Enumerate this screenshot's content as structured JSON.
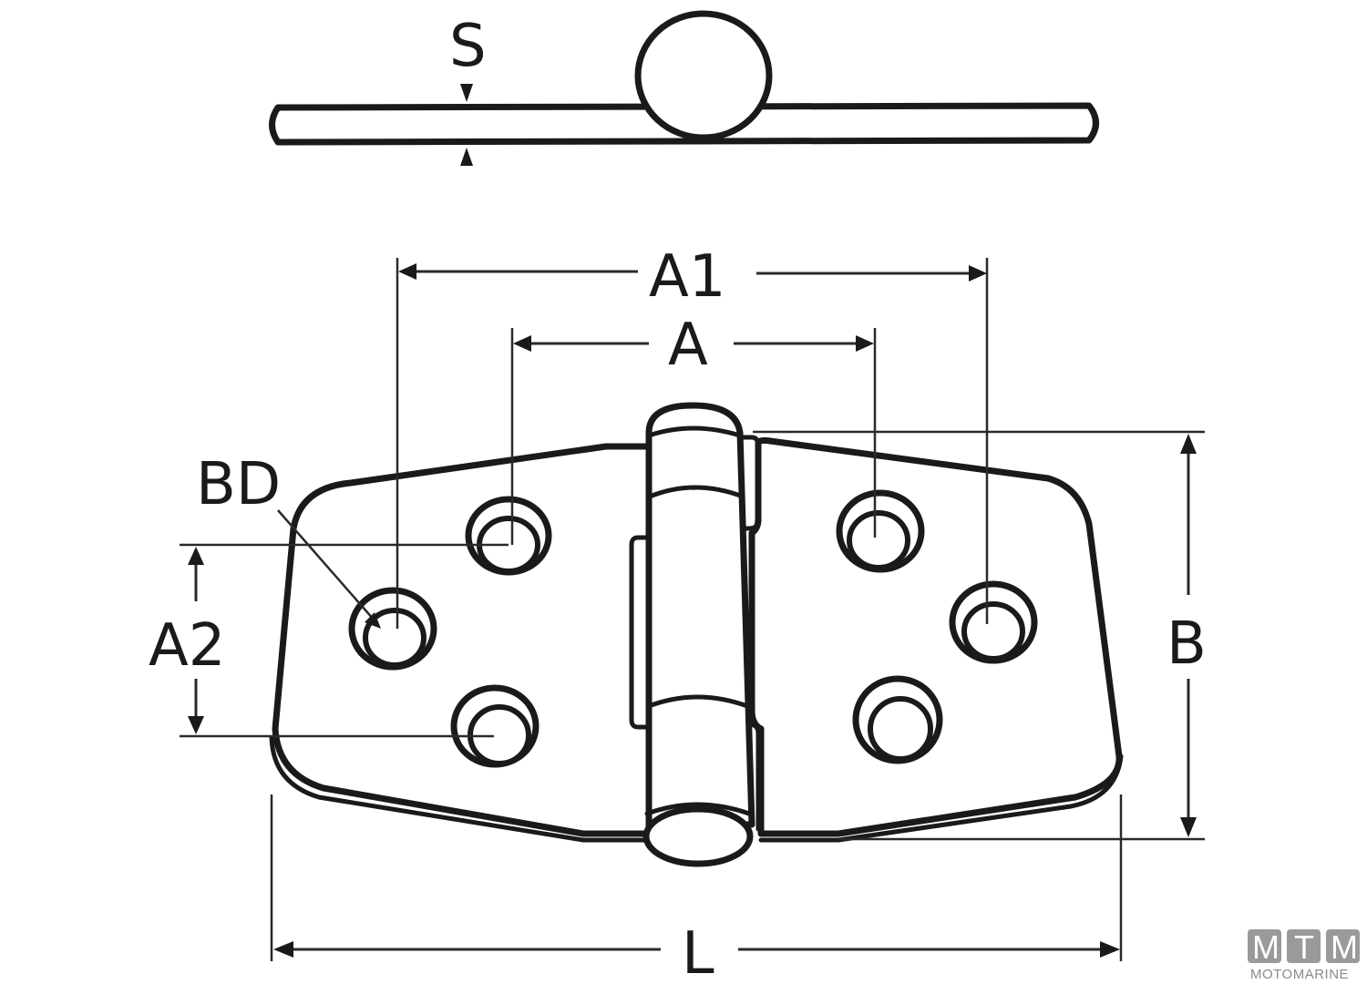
{
  "diagram": {
    "subject": "Hinge technical drawing",
    "side_view": {
      "dimension_label": "S"
    },
    "front_view": {
      "labels": {
        "a1": "A1",
        "a": "A",
        "bd": "BD",
        "a2": "A2",
        "b": "B",
        "l": "L"
      },
      "holes_per_leaf": 3,
      "leaves": 2
    }
  },
  "logo": {
    "letters": [
      "M",
      "T",
      "M"
    ],
    "text": "MOTOMARINE",
    "color": "#9a9a9a"
  },
  "colors": {
    "line": "#1a1a1a",
    "background": "#ffffff"
  }
}
